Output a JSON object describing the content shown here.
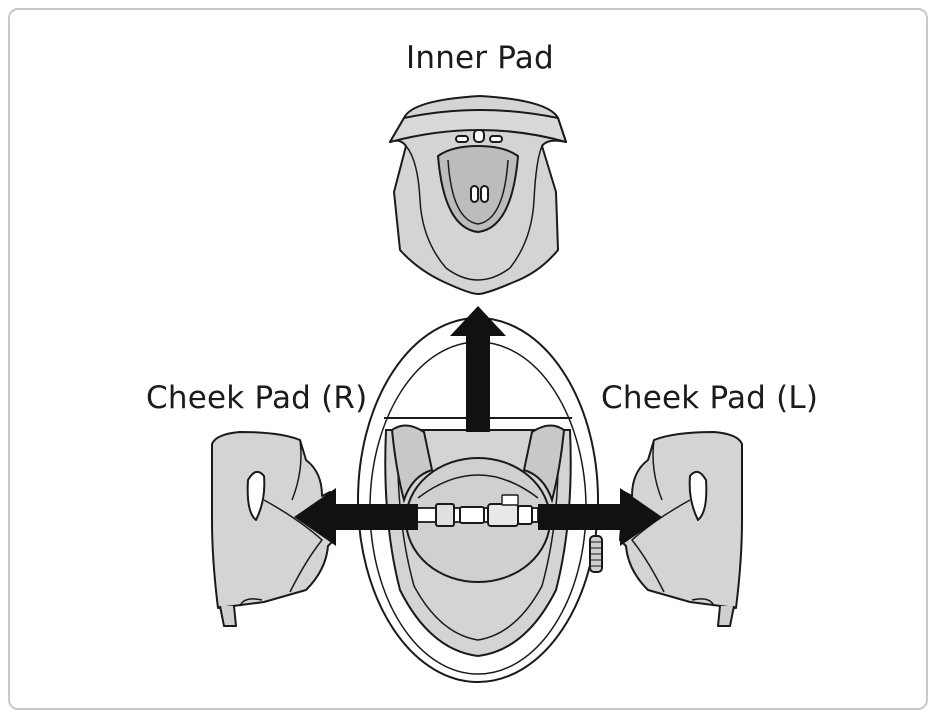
{
  "labels": {
    "inner_pad": "Inner Pad",
    "cheek_pad_right": "Cheek Pad (R)",
    "cheek_pad_left": "Cheek Pad (L)"
  },
  "colors": {
    "pad_fill": "#d4d4d4",
    "pad_fill_dark": "#bdbdbd",
    "line": "#1a1a1a",
    "arrow": "#111111",
    "shell": "#ffffff",
    "frame": "#c9c9c9"
  }
}
